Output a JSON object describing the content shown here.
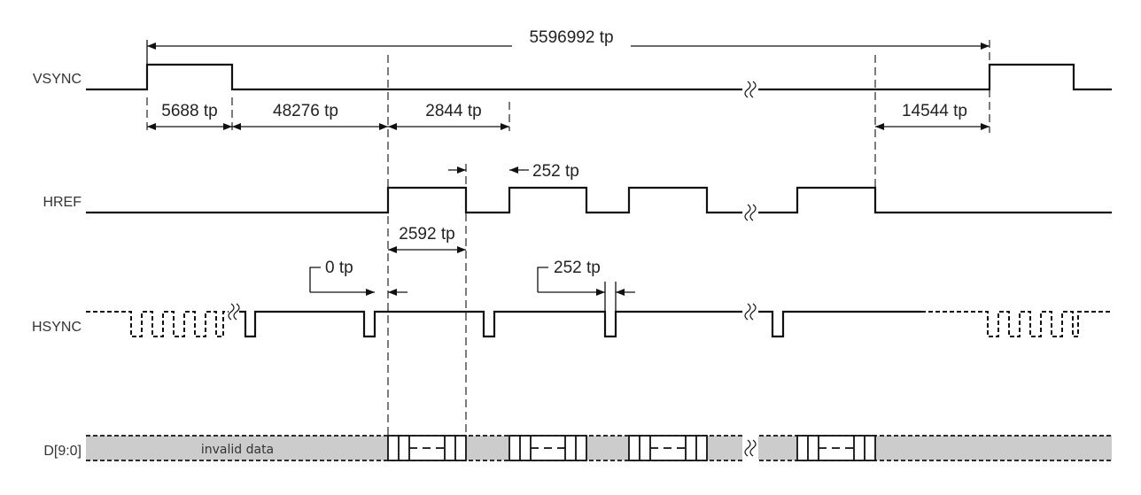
{
  "signals": {
    "vsync": "VSYNC",
    "href": "HREF",
    "hsync": "HSYNC",
    "data": "D[9:0]"
  },
  "dimensions": {
    "frame_period": "5596992 tp",
    "vsync_width": "5688 tp",
    "vsync_to_href": "48276 tp",
    "line_period": "2844 tp",
    "line_blank": "252 tp",
    "last_href_to_vsync": "14544 tp",
    "href_width": "2592 tp",
    "hsync_to_href": "0 tp",
    "hsync_gap": "252 tp"
  },
  "data_bus": {
    "invalid_label": "invalid data"
  }
}
